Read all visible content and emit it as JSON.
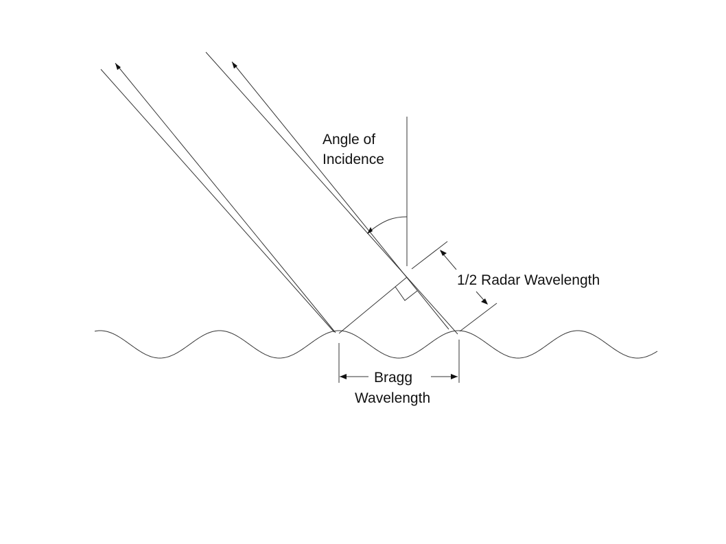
{
  "labels": {
    "angle_line1": "Angle of",
    "angle_line2": "Incidence",
    "half_wavelength": "1/2 Radar Wavelength",
    "bragg_line1": "Bragg",
    "bragg_line2": "Wavelength"
  },
  "colors": {
    "background": "#ffffff",
    "ink": "#222222"
  }
}
